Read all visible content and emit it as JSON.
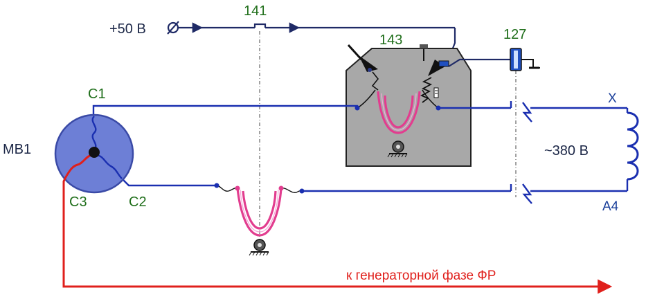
{
  "labels": {
    "supply": "+50 В",
    "contact_141": "141",
    "device_143": "143",
    "device_127": "127",
    "motor": "МВ1",
    "phase_c1": "С1",
    "phase_c2": "С2",
    "phase_c3": "С3",
    "terminal_x": "Х",
    "voltage": "~380 В",
    "transformer": "А4",
    "generator_note": "к генераторной фазе ФР"
  },
  "colors": {
    "wire_main": "#1a2fb0",
    "wire_control": "#1f2a66",
    "wire_generator": "#e0201c",
    "coil": "#e23d8f",
    "motor_fill": "#6d7fd6",
    "relay_body": "#a8a8a8",
    "label_numbers": "#1f6e1a",
    "label_note": "#e0201c"
  }
}
